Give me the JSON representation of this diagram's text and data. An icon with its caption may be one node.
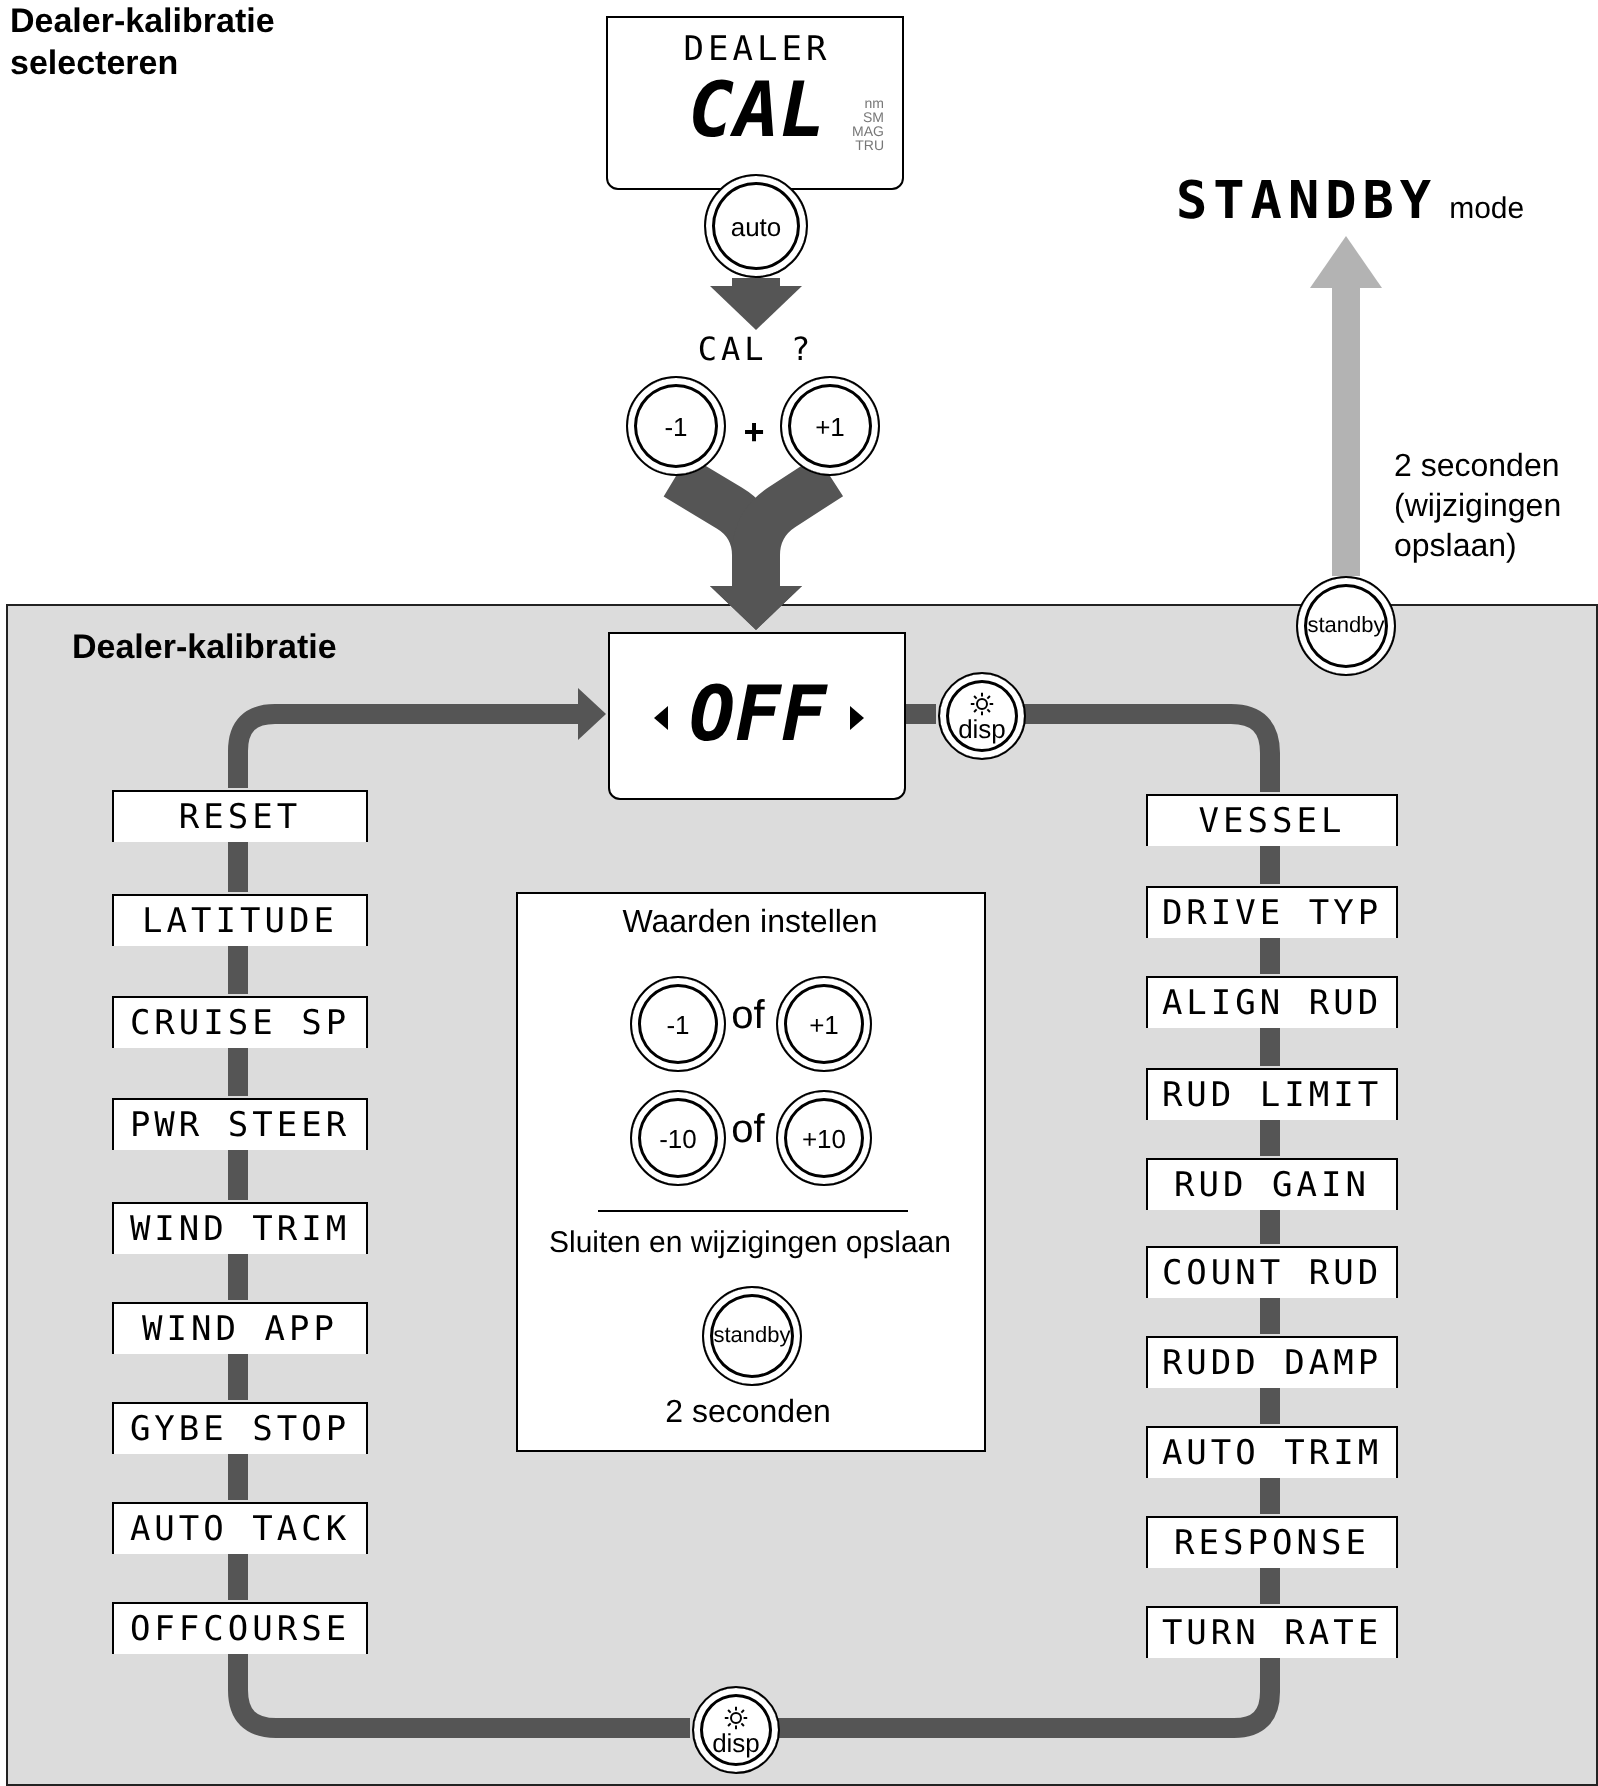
{
  "diagram": {
    "title": "Dealer-kalibratie selecteren",
    "nodes": [
      {
        "text": [
          "DEALER",
          "CAL",
          "nm SM MAG TRU"
        ]
      },
      {
        "text": [
          "auto"
        ]
      },
      {
        "text": [
          "CAL ?"
        ]
      },
      {
        "text": [
          "-1"
        ]
      },
      {
        "text": [
          "+1"
        ]
      },
      {
        "text": [
          "STANDBY",
          "mode"
        ]
      },
      {
        "text": [
          "standby"
        ],
        "beside": [
          "2 seconden (wijzigingen opslaan)"
        ]
      },
      {
        "text": [
          "Dealer-kalibratie"
        ]
      },
      {
        "text": [
          "OFF"
        ],
        "in": 7
      },
      {
        "text": [
          "disp"
        ],
        "in": 7
      },
      {
        "text": [
          "RESET"
        ],
        "in": 7
      },
      {
        "text": [
          "LATITUDE"
        ],
        "in": 7
      },
      {
        "text": [
          "CRUISE SP"
        ],
        "in": 7
      },
      {
        "text": [
          "PWR STEER"
        ],
        "in": 7
      },
      {
        "text": [
          "WIND TRIM"
        ],
        "in": 7
      },
      {
        "text": [
          "WIND APP"
        ],
        "in": 7
      },
      {
        "text": [
          "GYBE STOP"
        ],
        "in": 7
      },
      {
        "text": [
          "AUTO TACK"
        ],
        "in": 7
      },
      {
        "text": [
          "OFFCOURSE"
        ],
        "in": 7
      },
      {
        "text": [
          "VESSEL"
        ],
        "in": 7
      },
      {
        "text": [
          "DRIVE TYP"
        ],
        "in": 7
      },
      {
        "text": [
          "ALIGN RUD"
        ],
        "in": 7
      },
      {
        "text": [
          "RUD LIMIT"
        ],
        "in": 7
      },
      {
        "text": [
          "RUD GAIN"
        ],
        "in": 7
      },
      {
        "text": [
          "COUNT RUD"
        ],
        "in": 7
      },
      {
        "text": [
          "RUDD DAMP"
        ],
        "in": 7
      },
      {
        "text": [
          "AUTO TRIM"
        ],
        "in": 7
      },
      {
        "text": [
          "RESPONSE"
        ],
        "in": 7
      },
      {
        "text": [
          "TURN RATE"
        ],
        "in": 7
      },
      {
        "text": [
          "Waarden instellen",
          "Sluiten en wijzigingen opslaan"
        ],
        "in": 7
      },
      {
        "text": [
          "-1"
        ],
        "in": 29
      },
      {
        "text": [
          "+1"
        ],
        "in": 29
      },
      {
        "text": [
          "-10"
        ],
        "in": 29
      },
      {
        "text": [
          "+10"
        ],
        "in": 29
      },
      {
        "text": [
          "standby"
        ],
        "in": 29,
        "beside": [
          "2 seconden"
        ]
      },
      {
        "text": [
          "disp"
        ],
        "in": 7
      }
    ],
    "edges": [
      {
        "from": 1,
        "to": 2,
        "arrow": "to",
        "style": "thick"
      },
      {
        "from": 3,
        "to": 8,
        "arrow": "to",
        "style": "thick"
      },
      {
        "from": 4,
        "to": 8,
        "arrow": "to",
        "style": "thick"
      },
      {
        "from": 6,
        "to": 5,
        "arrow": "to",
        "color": "#b3b3b3"
      },
      {
        "from": 8,
        "to": 9,
        "arrow": "none"
      },
      {
        "from": 9,
        "to": 19,
        "arrow": "none"
      },
      {
        "from": 19,
        "to": 20,
        "arrow": "none"
      },
      {
        "from": 20,
        "to": 21,
        "arrow": "none"
      },
      {
        "from": 21,
        "to": 22,
        "arrow": "none"
      },
      {
        "from": 22,
        "to": 23,
        "arrow": "none"
      },
      {
        "from": 23,
        "to": 24,
        "arrow": "none"
      },
      {
        "from": 24,
        "to": 25,
        "arrow": "none"
      },
      {
        "from": 25,
        "to": 26,
        "arrow": "none"
      },
      {
        "from": 26,
        "to": 27,
        "arrow": "none"
      },
      {
        "from": 27,
        "to": 28,
        "arrow": "none"
      },
      {
        "from": 28,
        "to": 35,
        "arrow": "none"
      },
      {
        "from": 35,
        "to": 18,
        "arrow": "none"
      },
      {
        "from": 18,
        "to": 17,
        "arrow": "none"
      },
      {
        "from": 17,
        "to": 16,
        "arrow": "none"
      },
      {
        "from": 16,
        "to": 15,
        "arrow": "none"
      },
      {
        "from": 15,
        "to": 14,
        "arrow": "none"
      },
      {
        "from": 14,
        "to": 13,
        "arrow": "none"
      },
      {
        "from": 13,
        "to": 12,
        "arrow": "none"
      },
      {
        "from": 12,
        "to": 11,
        "arrow": "none"
      },
      {
        "from": 11,
        "to": 10,
        "arrow": "none"
      },
      {
        "from": 10,
        "to": 8,
        "arrow": "to"
      }
    ],
    "labels": [
      "+",
      "of",
      "of"
    ]
  }
}
